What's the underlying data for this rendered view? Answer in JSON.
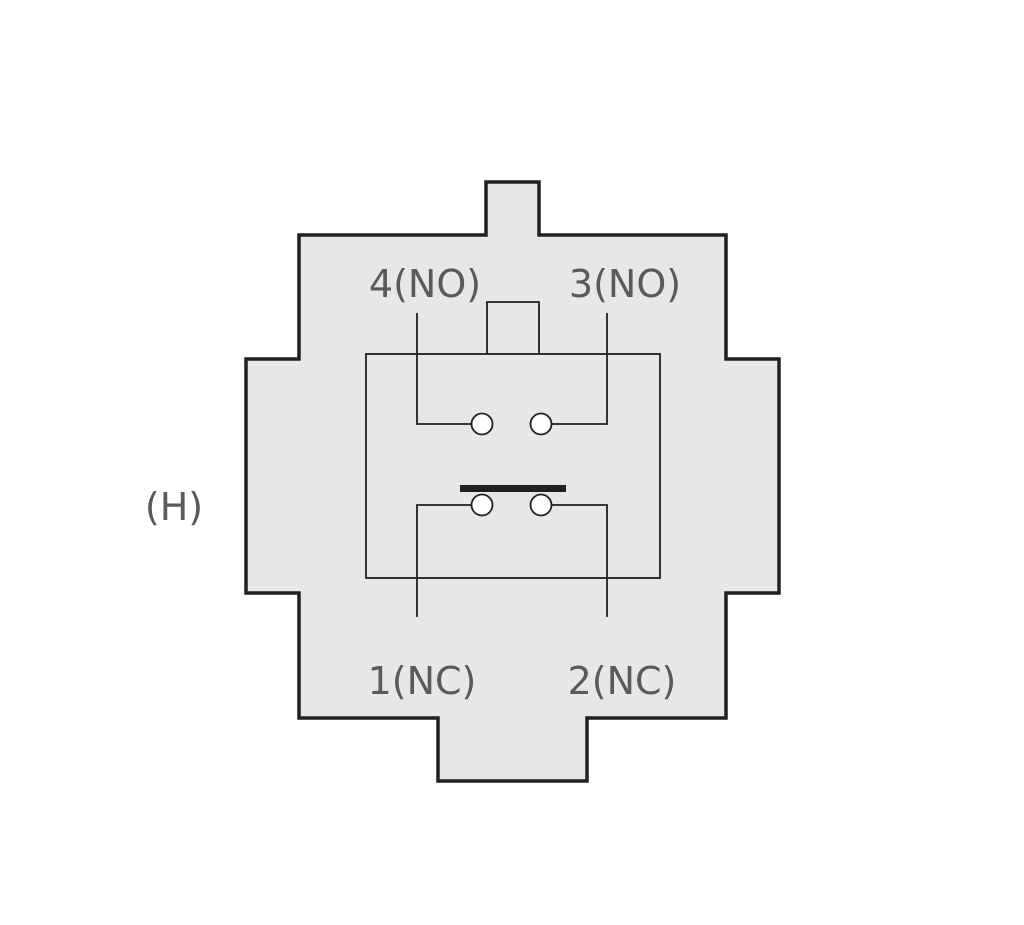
{
  "labels": {
    "side": "(H)",
    "pin_4": "4(NO)",
    "pin_3": "3(NO)",
    "pin_1": "1(NC)",
    "pin_2": "2(NC)"
  },
  "colors": {
    "housing_fill": "#e6e7e8",
    "outline": "#231f20",
    "text": "#5a5a5a",
    "background": "#ffffff"
  }
}
